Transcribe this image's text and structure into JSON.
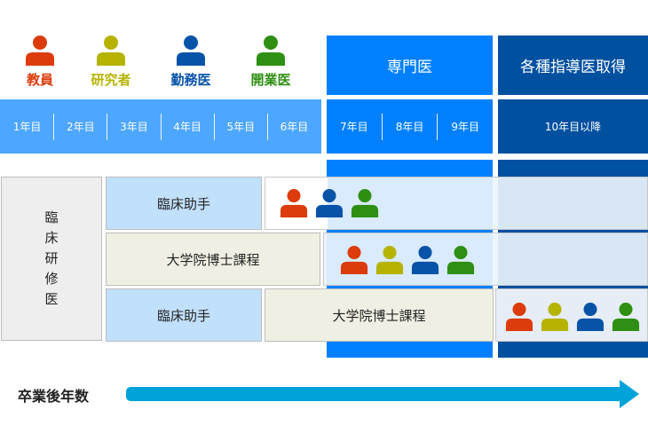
{
  "careers": [
    {
      "label": "教員",
      "color": "#dc3b0b",
      "icon": "person-icon"
    },
    {
      "label": "研究者",
      "color": "#b5b300",
      "icon": "person-icon"
    },
    {
      "label": "勤務医",
      "color": "#0653a8",
      "icon": "person-icon"
    },
    {
      "label": "開業医",
      "color": "#2e8f12",
      "icon": "person-icon"
    }
  ],
  "phases": {
    "specialist": "専門医",
    "instructor": "各種指導医取得"
  },
  "years": [
    "1年目",
    "2年目",
    "3年目",
    "4年目",
    "5年目",
    "6年目",
    "7年目",
    "8年目",
    "9年目"
  ],
  "year_after": "10年目以降",
  "residency": [
    "臨",
    "床",
    "研",
    "修",
    "医"
  ],
  "tracks": [
    {
      "step1": "臨床助手",
      "outcomes": [
        "教員",
        "勤務医",
        "開業医"
      ]
    },
    {
      "step1": "大学院博士課程",
      "outcomes": [
        "教員",
        "研究者",
        "勤務医",
        "開業医"
      ]
    },
    {
      "step1": "臨床助手",
      "step2": "大学院博士課程",
      "outcomes": [
        "教員",
        "研究者",
        "勤務医",
        "開業医"
      ]
    }
  ],
  "axis_label": "卒業後年数",
  "colors": {
    "light_blue": "#4da6ff",
    "blue": "#0080ff",
    "dark_blue": "#0050a0",
    "arrow": "#00a3d9",
    "assistant_bg": "#c1e0fb",
    "doctorate_bg": "#efefe3",
    "residency_bg": "#eeeeee"
  }
}
